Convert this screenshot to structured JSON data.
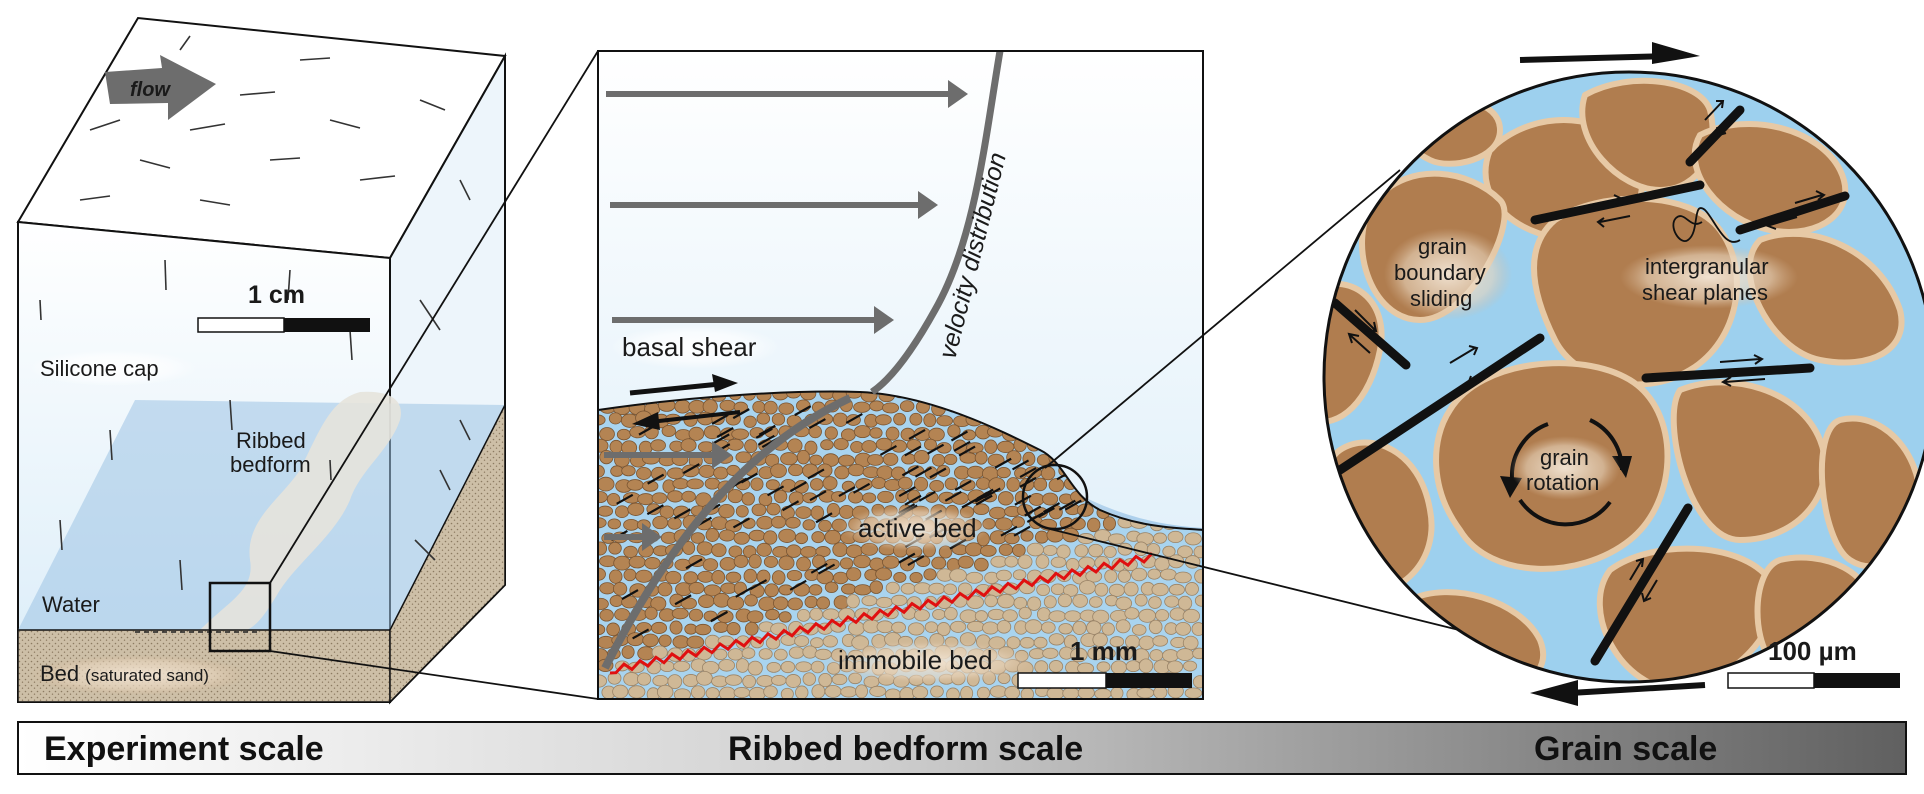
{
  "experiment": {
    "flow_label": "flow",
    "scale_bar_label": "1 cm",
    "silicone_label": "Silicone cap",
    "bedform_line1": "Ribbed",
    "bedform_line2": "bedform",
    "water_label": "Water",
    "bed_label": "Bed",
    "bed_sublabel": "(saturated sand)"
  },
  "bedform": {
    "velocity_label": "velocity distribution",
    "basal_shear_label": "basal shear",
    "active_bed_label": "active bed",
    "immobile_bed_label": "immobile bed",
    "scale_bar_label": "1 mm"
  },
  "grain": {
    "sliding_line1": "grain",
    "sliding_line2": "boundary",
    "sliding_line3": "sliding",
    "shear_line1": "intergranular",
    "shear_line2": "shear planes",
    "rotation_line1": "grain",
    "rotation_line2": "rotation",
    "scale_bar_label": "100 µm"
  },
  "scale_strip": {
    "left": "Experiment scale",
    "middle": "Ribbed bedform scale",
    "right": "Grain scale"
  },
  "colors": {
    "grain_brown": "#b07d4f",
    "pore_water": "#9dd0ee",
    "arrow_grey": "#6d6d6d",
    "failure_line": "#e01010"
  }
}
